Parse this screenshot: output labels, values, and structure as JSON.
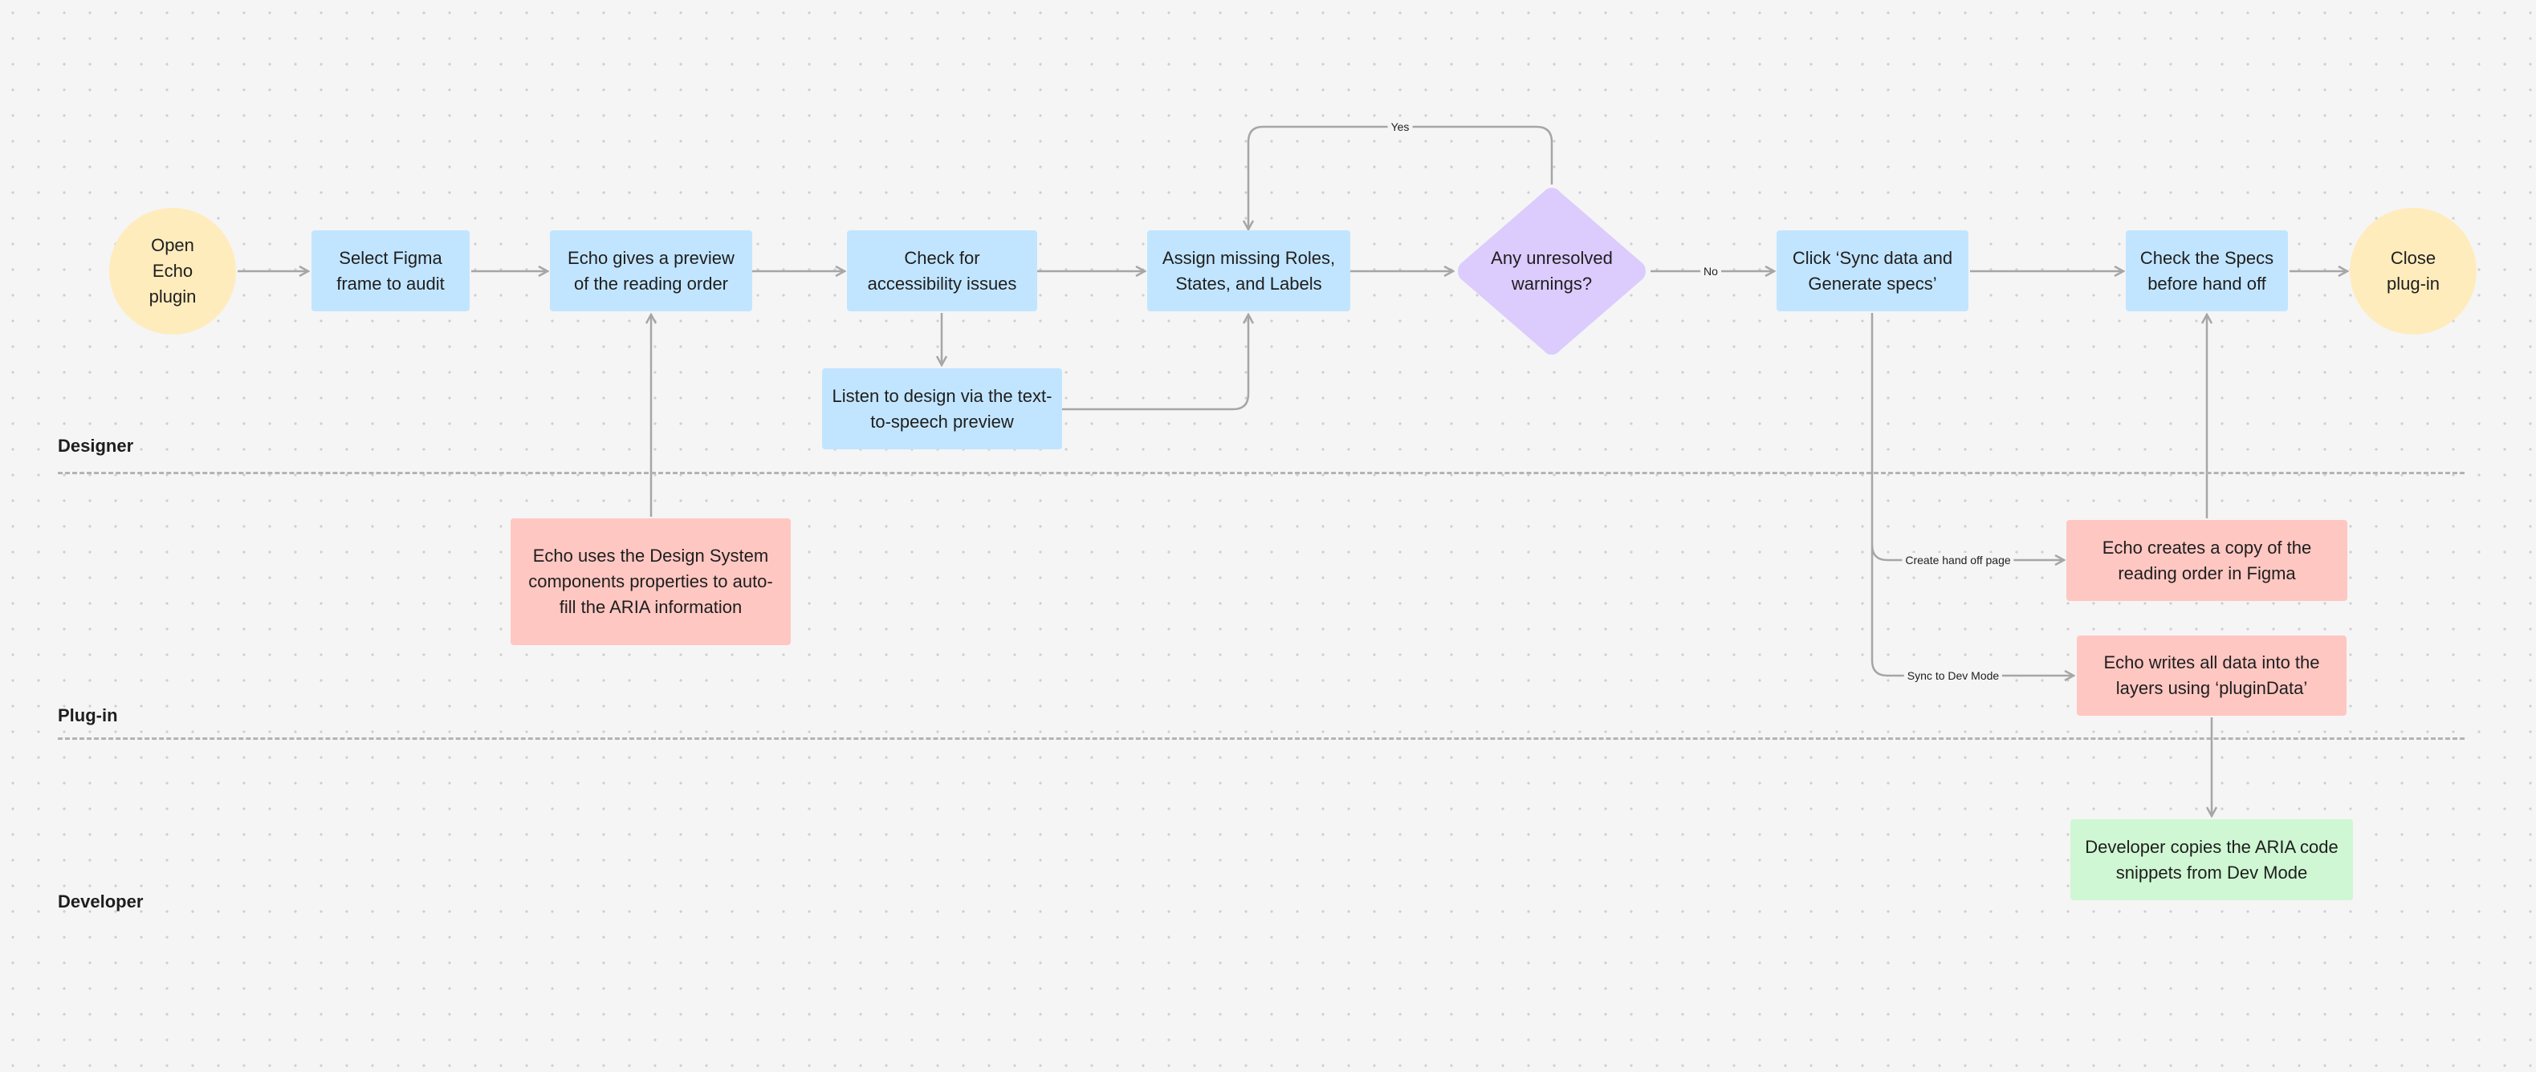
{
  "lanes": {
    "designer": "Designer",
    "plugin": "Plug-in",
    "developer": "Developer"
  },
  "nodes": {
    "open_echo": "Open Echo plugin",
    "select_frame": "Select Figma frame to audit",
    "preview_order": "Echo gives a preview of the reading order",
    "check_issues": "Check for accessibility issues",
    "listen_tts": "Listen to design via the text-to-speech preview",
    "assign_roles": "Assign missing Roles, States, and Labels",
    "decision": "Any unresolved warnings?",
    "sync_generate": "Click ‘Sync data and Generate specs’",
    "check_specs": "Check the Specs before hand off",
    "close_plugin": "Close plug-in",
    "design_system_autofill": "Echo uses the Design System components properties to auto-fill the ARIA information",
    "copy_reading_order": "Echo creates a copy of the reading order in Figma",
    "write_plugin_data": "Echo writes all data into the layers using ‘pluginData’",
    "developer_copies": "Developer copies the ARIA code snippets from Dev Mode"
  },
  "connector_labels": {
    "yes": "Yes",
    "no": "No",
    "create_handoff": "Create hand off page",
    "sync_dev_mode": "Sync to Dev Mode"
  },
  "colors": {
    "process": "#c2e5ff",
    "plugin_action": "#ffc7c2",
    "developer_action": "#cff7d3",
    "terminal": "#ffecbd",
    "decision": "#dccbfd",
    "connector": "#a6a6a6"
  }
}
